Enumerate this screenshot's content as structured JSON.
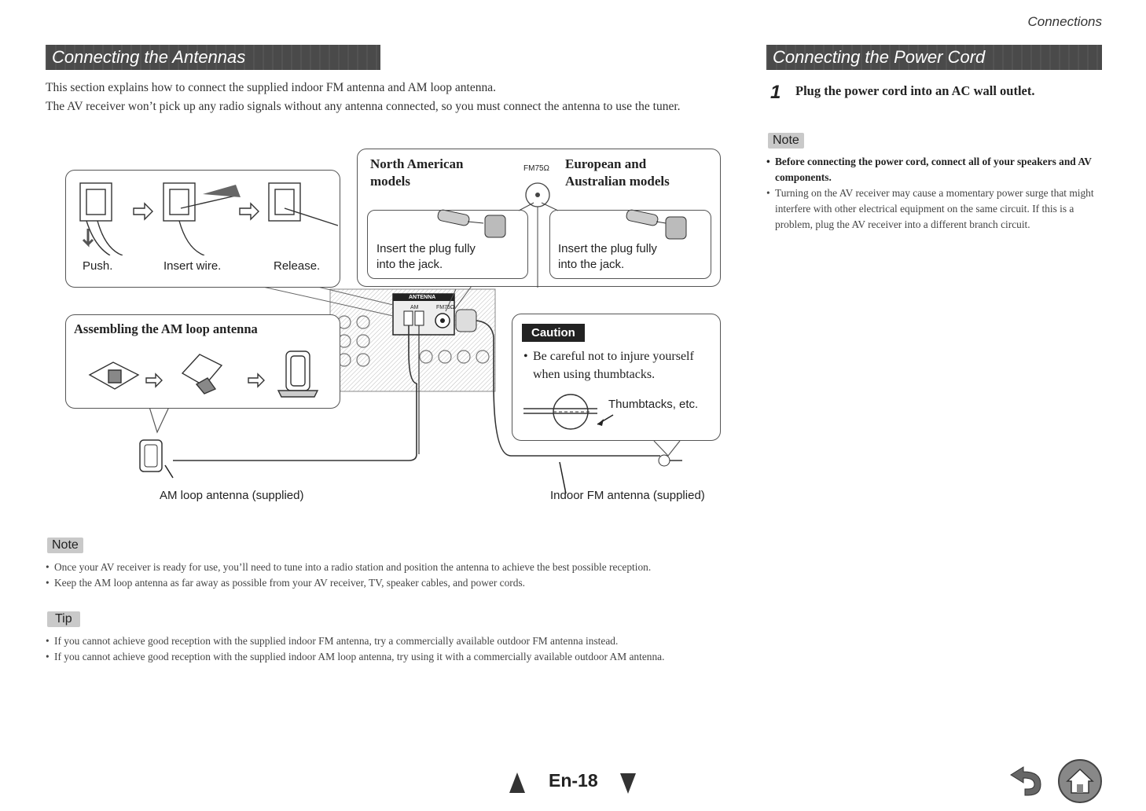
{
  "header": {
    "section": "Connections"
  },
  "left": {
    "title": "Connecting the Antennas",
    "intro_1": "This section explains how to connect the supplied indoor FM antenna and AM loop antenna.",
    "intro_2": "The AV receiver won’t pick up any radio signals without any antenna connected, so you must connect the antenna to use the tuner.",
    "diagram": {
      "push": "Push.",
      "insert_wire": "Insert wire.",
      "release": "Release.",
      "north_american": "North American models",
      "fm75": "FM75Ω",
      "european": "European and Australian models",
      "insert_plug_1": "Insert the plug fully into the jack.",
      "insert_plug_2": "Insert the plug fully into the jack.",
      "antenna_label": "ANTENNA",
      "am_label": "AM",
      "fm75_small": "FM75Ω",
      "assembling": "Assembling the AM loop antenna",
      "caution": "Caution",
      "caution_text": "Be careful not to injure yourself when using thumbtacks.",
      "thumbtacks": "Thumbtacks, etc.",
      "am_loop": "AM loop antenna (supplied)",
      "indoor_fm": "Indoor FM antenna (supplied)"
    },
    "note_label": "Note",
    "notes": [
      "Once your AV receiver is ready for use, you’ll need to tune into a radio station and position the antenna to achieve the best possible reception.",
      "Keep the AM loop antenna as far away as possible from your AV receiver, TV, speaker cables, and power cords."
    ],
    "tip_label": "Tip",
    "tips": [
      "If you cannot achieve good reception with the supplied indoor FM antenna, try a commercially available outdoor FM antenna instead.",
      "If you cannot achieve good reception with the supplied indoor AM loop antenna, try using it with a commercially available outdoor AM antenna."
    ]
  },
  "right": {
    "title": "Connecting the Power Cord",
    "step_number": "1",
    "step_text": "Plug the power cord into an AC wall outlet.",
    "note_label": "Note",
    "note_bold": "Before connecting the power cord, connect all of your speakers and AV components.",
    "note_2": "Turning on the AV receiver may cause a momentary power surge that might interfere with other electrical equipment on the same circuit. If this is a problem, plug the AV receiver into a different branch circuit."
  },
  "footer": {
    "page": "En-18"
  }
}
